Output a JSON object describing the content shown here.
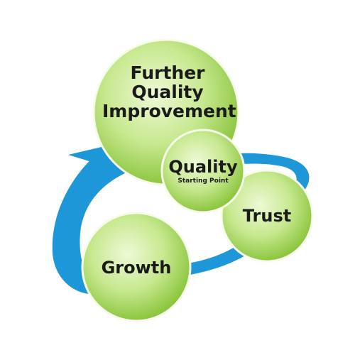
{
  "colors": {
    "arrow": "#1d97d8",
    "bubble_light": "#e8f6c8",
    "bubble_mid": "#b9e27a",
    "bubble_dark": "#8cc63f"
  },
  "bubbles": {
    "further": {
      "lines": [
        "Further",
        "Quality",
        "Improvement"
      ]
    },
    "quality": {
      "title": "Quality",
      "subtitle": "Starting Point"
    },
    "trust": {
      "title": "Trust"
    },
    "growth": {
      "title": "Growth"
    }
  }
}
